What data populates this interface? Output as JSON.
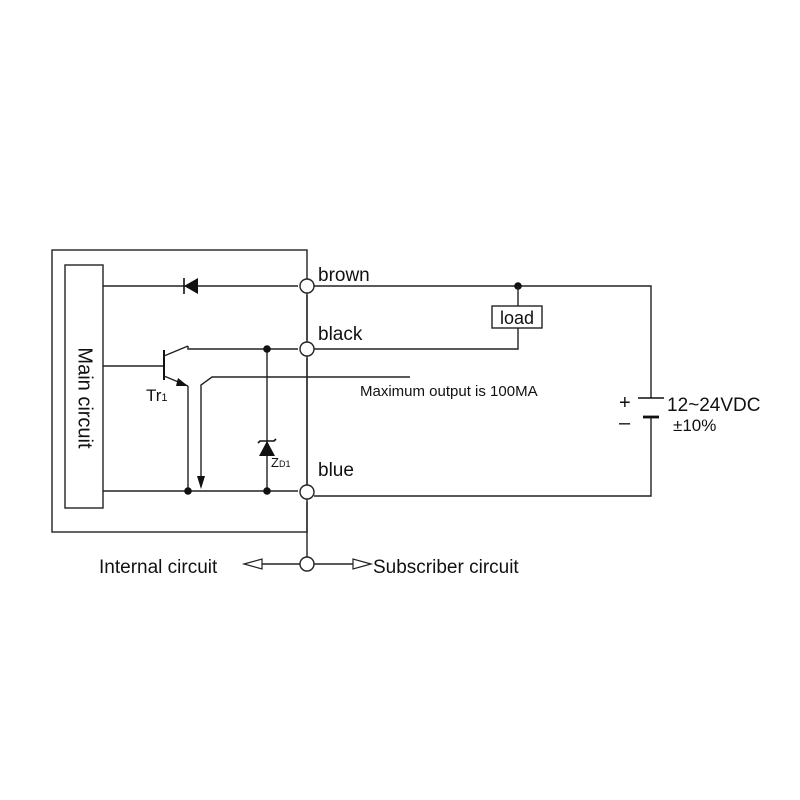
{
  "labels": {
    "main_circuit": "Main circuit",
    "terminal_brown": "brown",
    "terminal_black": "black",
    "terminal_blue": "blue",
    "transistor": "Tr",
    "transistor_sub": "1",
    "zener": "Z",
    "zener_sub": "D1",
    "load": "load",
    "max_output": "Maximum output is 100MA",
    "supply_voltage": "12~24VDC",
    "supply_tolerance": "±10%",
    "supply_plus": "+",
    "supply_minus": "–",
    "internal_circuit": "Internal circuit",
    "subscriber_circuit": "Subscriber circuit"
  }
}
